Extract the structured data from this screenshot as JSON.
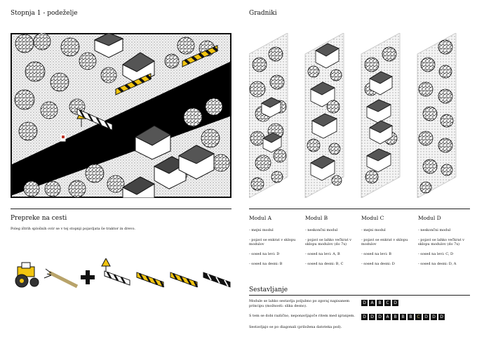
{
  "left": {
    "title": "Stopnja 1 - podeželje",
    "obstacles_title": "Prepreke na cesti",
    "obstacles_desc": "Poleg ištrih splošnih ovir se v tej stopnji pojavljata še traktor in drevo."
  },
  "right": {
    "title": "Gradniki",
    "modules": [
      {
        "title": "Modul A",
        "items": [
          "- mejni modul",
          "- pojavi se enkrat v sklopu modulov",
          "- sosed na levi: D",
          "- sosed na desni: B"
        ]
      },
      {
        "title": "Modul B",
        "items": [
          "- neskončni modul",
          "- pojavi se lahko večkrat v sklopu modulov (do 7x)",
          "- sosed na levi: A, B",
          "- sosed na desni: B, C"
        ]
      },
      {
        "title": "Modul C",
        "items": [
          "- mejni modul",
          "- pojavi se enkrat v sklopu modulov",
          "- sosed na levi: B",
          "- sosed na desni: D"
        ]
      },
      {
        "title": "Modul D",
        "items": [
          "- neskončni modul",
          "- pojavi se lahko večkrat v sklopu modulov (do 7x)",
          "- sosed na levi: C, D",
          "- sosed na desni: D, A"
        ]
      }
    ],
    "assembly": {
      "title": "Sestavljanje",
      "desc1": "Module se lahko sestavlja poljubno po zgoraj napisanem principu (možnosti: slika desno).",
      "desc2": "S tem se dobi različno, neponavljajoče ritem med igranjem.",
      "desc3": "Sestavljajo se po diagonali (priložena datoteka psd).",
      "row1": [
        "D",
        "A",
        "B",
        "C",
        "D"
      ],
      "row2": [
        "D",
        "D",
        "D",
        "A",
        "B",
        "B",
        "B",
        "C",
        "D",
        "D",
        "D"
      ],
      "highlight_color": "#e6d98a"
    }
  }
}
